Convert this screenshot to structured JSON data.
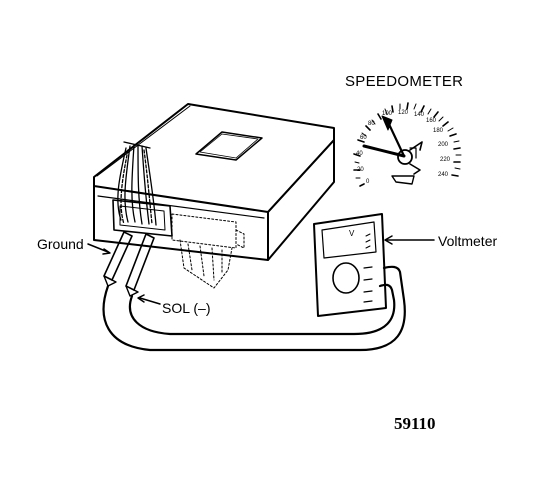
{
  "labels": {
    "speedometer": "SPEEDOMETER",
    "ground": "Ground",
    "sol_minus": "SOL  (–)",
    "voltmeter": "Voltmeter",
    "figure_number": "59110",
    "voltmeter_unit": "V"
  },
  "speedometer_scale": [
    "0",
    "20",
    "40",
    "60",
    "80",
    "100",
    "120",
    "140",
    "160",
    "180",
    "200",
    "220",
    "240"
  ],
  "colors": {
    "ink": "#000000",
    "paper": "#ffffff"
  }
}
